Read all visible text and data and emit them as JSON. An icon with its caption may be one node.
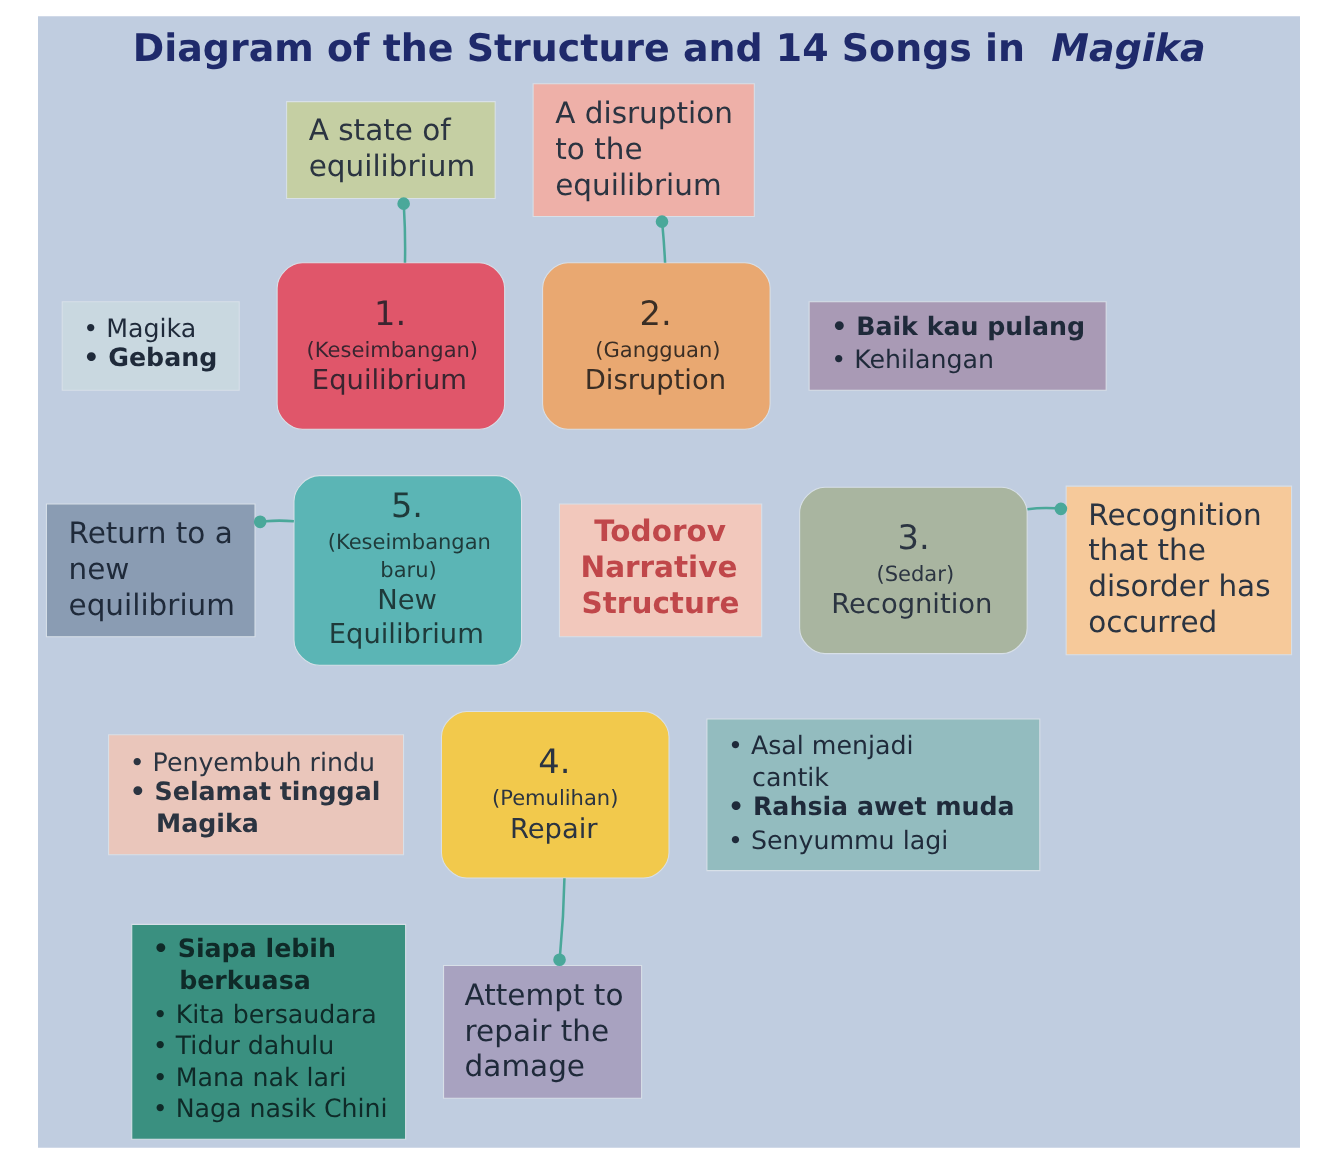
{
  "diagram": {
    "title": "Diagram of the Structure and 14 Songs in *Magika*",
    "nodes": [
      {
        "text": [
          "A state of equilibrium"
        ]
      },
      {
        "text": [
          "1.",
          "(Keseimbangan)",
          "Equilibrium"
        ]
      },
      {
        "text": [
          "A disruption to the equilibrium"
        ]
      },
      {
        "text": [
          "2.",
          "(Gangguan)",
          "Disruption"
        ]
      },
      {
        "text": [
          "• Magika",
          "• **Gebang**"
        ]
      },
      {
        "text": [
          "• **Baik kau pulang**",
          "• Kehilangan"
        ]
      },
      {
        "text": [
          "Todorov Narrative Structure"
        ]
      },
      {
        "text": [
          "5.",
          "(Keseimbangan baru)",
          "New Equilibrium"
        ]
      },
      {
        "text": [
          "Return to a new equilibrium"
        ]
      },
      {
        "text": [
          "3.",
          "(Sedar)",
          "Recognition"
        ]
      },
      {
        "text": [
          "Recognition that the disorder has occurred"
        ]
      },
      {
        "text": [
          "• Penyembuh rindu",
          "• **Selamat tinggal Magika**"
        ]
      },
      {
        "text": [
          "4.",
          "(Pemulihan)",
          "Repair"
        ]
      },
      {
        "text": [
          "• Asal menjadi cantik",
          "• **Rahsia awet muda**",
          "• Senyummu lagi"
        ]
      },
      {
        "text": [
          "• **Siapa lebih berkuasa**",
          "• Kita bersaudara",
          "• Tidur dahulu",
          "• Mana nak lari",
          "• Naga nasik Chini"
        ]
      },
      {
        "text": [
          "Attempt to repair the damage"
        ]
      }
    ],
    "edges": [
      {
        "from": 0,
        "to": 1,
        "arrow": "other"
      },
      {
        "from": 2,
        "to": 3,
        "arrow": "other"
      },
      {
        "from": 8,
        "to": 7,
        "arrow": "other"
      },
      {
        "from": 10,
        "to": 9,
        "arrow": "other"
      },
      {
        "from": 15,
        "to": 12,
        "arrow": "other"
      }
    ]
  }
}
